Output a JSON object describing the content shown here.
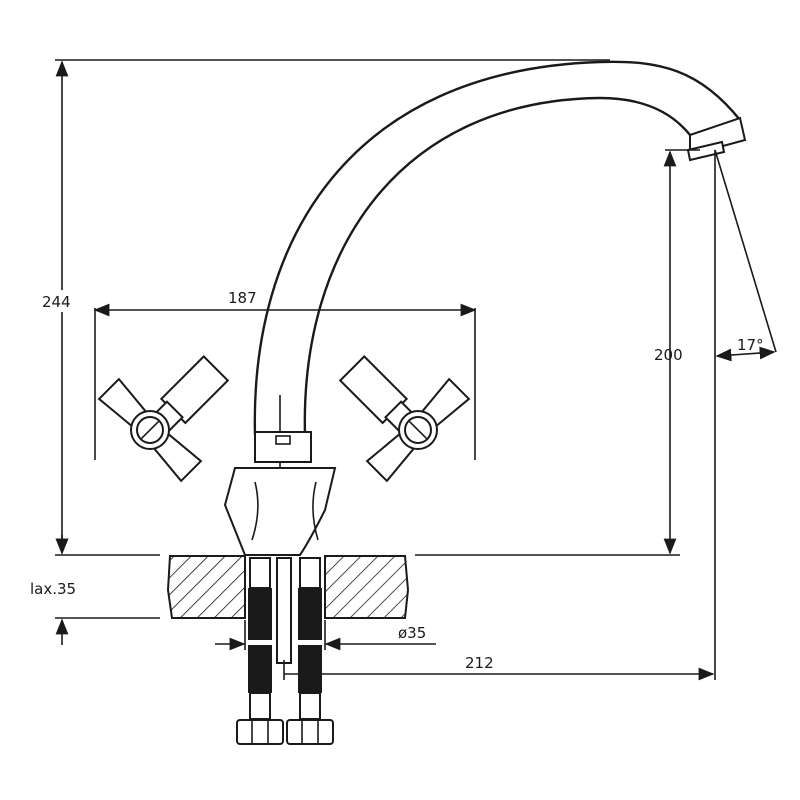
{
  "drawing": {
    "title": "Faucet dimensional drawing",
    "dimensions": {
      "total_height": "244",
      "handles_span": "187",
      "spout_height": "200",
      "spout_angle": "17°",
      "max_counter_thickness": "lax.35",
      "hole_diameter": "ø35",
      "spout_reach": "212"
    },
    "colors": {
      "line": "#1a1a1a",
      "background": "#ffffff"
    }
  }
}
